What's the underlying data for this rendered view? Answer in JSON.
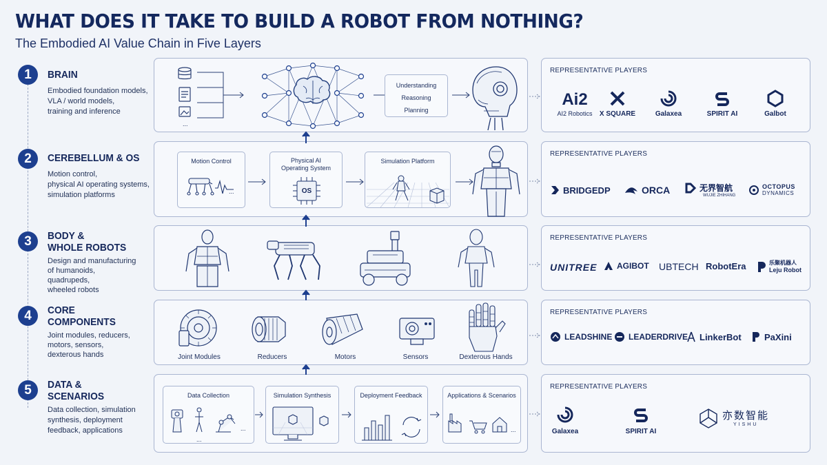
{
  "title": "WHAT DOES IT TAKE TO BUILD A ROBOT FROM NOTHING?",
  "subtitle": "The Embodied AI Value Chain in Five Layers",
  "representative_label": "REPRESENTATIVE PLAYERS",
  "colors": {
    "navy": "#1d3f8f",
    "text": "#15275b",
    "line": "#a9b5d1",
    "background": "#f1f4f9"
  },
  "layers": [
    {
      "num": "1",
      "name": "BRAIN",
      "desc": "Embodied foundation models,\nVLA / world models,\ntraining and inference",
      "panel": {
        "items": [
          "Understanding",
          "Reasoning",
          "Planning"
        ],
        "ellipsis": "..."
      },
      "players": [
        {
          "mark": "Ai2",
          "name": "AI2 Robotics"
        },
        {
          "mark": "X",
          "name": "X SQUARE"
        },
        {
          "mark": "G",
          "name": "Galaxea"
        },
        {
          "mark": "S",
          "name": "SPIRIT AI"
        },
        {
          "mark": "hex",
          "name": "Galbot"
        }
      ]
    },
    {
      "num": "2",
      "name": "CEREBELLUM & OS",
      "desc": "Motion control,\nphysical AI operating systems,\nsimulation platforms",
      "panel": {
        "motion": "Motion Control",
        "os_title": "Physical AI\nOperating System",
        "os_chip": "OS",
        "sim": "Simulation Platform",
        "ellipsis": "..."
      },
      "players": [
        {
          "name": "BRIDGEDP"
        },
        {
          "name": "ORCA"
        },
        {
          "name": "无界智航",
          "sub": "WUJIE ZHIHANG"
        },
        {
          "name": "OCTOPUS",
          "sub": "DYNAMICS"
        }
      ]
    },
    {
      "num": "3",
      "name": "BODY &\nWHOLE ROBOTS",
      "desc": "Design and manufacturing\nof humanoids,\nquadrupeds,\nwheeled robots",
      "players": [
        {
          "name": "UNITREE"
        },
        {
          "name": "AGIBOT"
        },
        {
          "name": "UBTECH"
        },
        {
          "name": "RobotEra"
        },
        {
          "name": "乐聚机器人",
          "sub": "Leju Robot"
        }
      ]
    },
    {
      "num": "4",
      "name": "CORE\nCOMPONENTS",
      "desc": "Joint modules, reducers,\nmotors, sensors,\ndexterous hands",
      "panel": {
        "items": [
          "Joint Modules",
          "Reducers",
          "Motors",
          "Sensors",
          "Dexterous Hands"
        ]
      },
      "players": [
        {
          "name": "LEADSHINE"
        },
        {
          "name": "LEADERDRIVE"
        },
        {
          "name": "LinkerBot"
        },
        {
          "name": "PaXini"
        }
      ]
    },
    {
      "num": "5",
      "name": "DATA &\nSCENARIOS",
      "desc": "Data collection, simulation\nsynthesis, deployment\nfeedback, applications",
      "panel": {
        "boxes": [
          "Data Collection",
          "Simulation Synthesis",
          "Deployment Feedback",
          "Applications & Scenarios"
        ],
        "ellipsis": "..."
      },
      "players": [
        {
          "name": "Galaxea"
        },
        {
          "name": "SPIRIT AI"
        },
        {
          "name": "亦数智能",
          "sub": "YISHU"
        }
      ]
    }
  ]
}
